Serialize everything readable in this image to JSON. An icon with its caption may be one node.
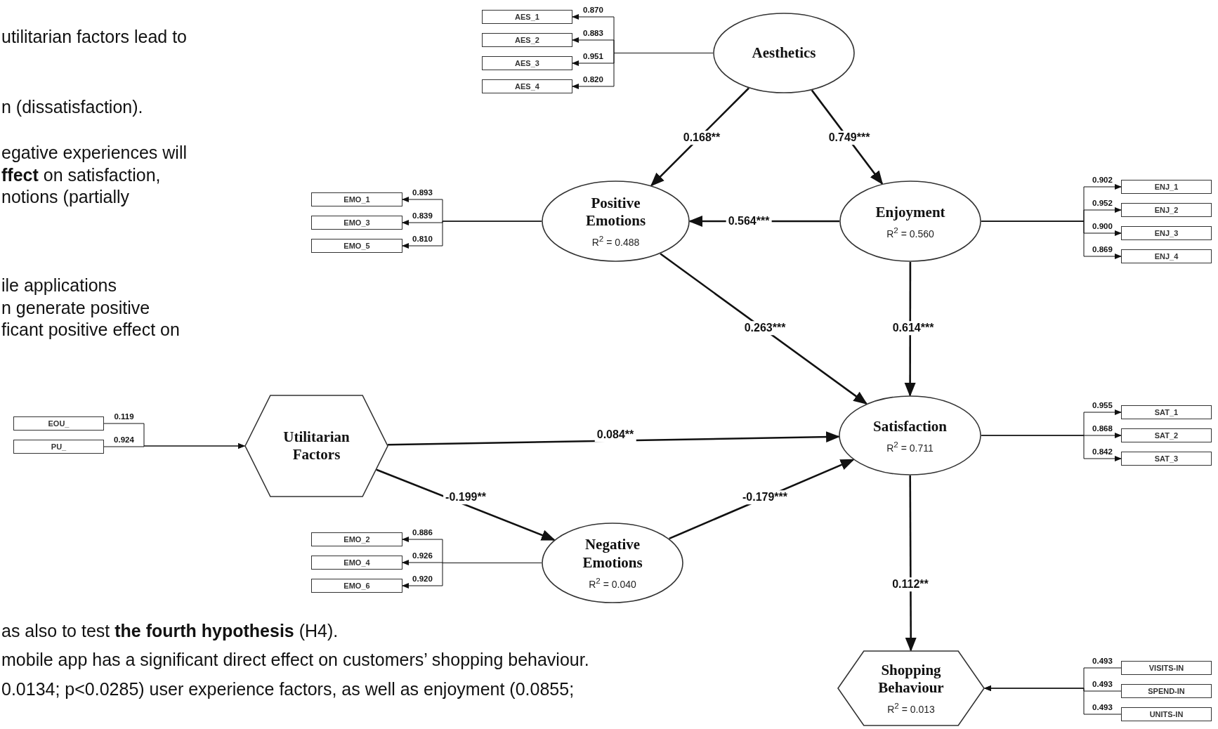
{
  "diagram": {
    "nodes": [
      {
        "text": [
          "Aesthetics"
        ]
      },
      {
        "text": [
          "AES_1"
        ]
      },
      {
        "text": [
          "AES_2"
        ]
      },
      {
        "text": [
          "AES_3"
        ]
      },
      {
        "text": [
          "AES_4"
        ]
      },
      {
        "text": [
          "EMO_1"
        ]
      },
      {
        "text": [
          "EMO_3"
        ]
      },
      {
        "text": [
          "EMO_5"
        ]
      },
      {
        "text": [
          "Positive Emotions",
          "R$^{2}$ = 0.488"
        ]
      },
      {
        "text": [
          "Enjoyment",
          "R$^{2}$ = 0.560"
        ]
      },
      {
        "text": [
          "ENJ_1"
        ]
      },
      {
        "text": [
          "ENJ_2"
        ]
      },
      {
        "text": [
          "ENJ_3"
        ]
      },
      {
        "text": [
          "ENJ_4"
        ]
      },
      {
        "text": [
          "EOU_"
        ]
      },
      {
        "text": [
          "PU_"
        ]
      },
      {
        "text": [
          "Utilitarian Factors"
        ]
      },
      {
        "text": [
          "Satisfaction",
          "R$^{2}$ = 0.711"
        ]
      },
      {
        "text": [
          "SAT_1"
        ]
      },
      {
        "text": [
          "SAT_2"
        ]
      },
      {
        "text": [
          "SAT_3"
        ]
      },
      {
        "text": [
          "EMO_2"
        ]
      },
      {
        "text": [
          "EMO_4"
        ]
      },
      {
        "text": [
          "EMO_6"
        ]
      },
      {
        "text": [
          "Negative Emotions",
          "R$^{2}$ = 0.040"
        ]
      },
      {
        "text": [
          "Shopping Behaviour",
          "R$^{2}$ = 0.013"
        ]
      },
      {
        "text": [
          "VISITS-IN"
        ]
      },
      {
        "text": [
          "SPEND-IN"
        ]
      },
      {
        "text": [
          "UNITS-IN"
        ]
      }
    ],
    "edges": [
      {
        "from": 0,
        "to": 1,
        "arrow": "to",
        "label": "0.870"
      },
      {
        "from": 0,
        "to": 2,
        "arrow": "to",
        "label": "0.883"
      },
      {
        "from": 0,
        "to": 3,
        "arrow": "to",
        "label": "0.951"
      },
      {
        "from": 0,
        "to": 4,
        "arrow": "to",
        "label": "0.820"
      },
      {
        "from": 8,
        "to": 5,
        "arrow": "to",
        "label": "0.893"
      },
      {
        "from": 8,
        "to": 6,
        "arrow": "to",
        "label": "0.839"
      },
      {
        "from": 8,
        "to": 7,
        "arrow": "to",
        "label": "0.810"
      },
      {
        "from": 0,
        "to": 8,
        "arrow": "to",
        "label": "0.168**"
      },
      {
        "from": 0,
        "to": 9,
        "arrow": "to",
        "label": "0.749***"
      },
      {
        "from": 9,
        "to": 8,
        "arrow": "to",
        "label": "0.564***"
      },
      {
        "from": 9,
        "to": 10,
        "arrow": "to",
        "label": "0.902"
      },
      {
        "from": 9,
        "to": 11,
        "arrow": "to",
        "label": "0.952"
      },
      {
        "from": 9,
        "to": 12,
        "arrow": "to",
        "label": "0.900"
      },
      {
        "from": 9,
        "to": 13,
        "arrow": "to",
        "label": "0.869"
      },
      {
        "from": 8,
        "to": 17,
        "arrow": "to",
        "label": "0.263***"
      },
      {
        "from": 9,
        "to": 17,
        "arrow": "to",
        "label": "0.614***"
      },
      {
        "from": 14,
        "to": 16,
        "arrow": "to",
        "label": "0.119"
      },
      {
        "from": 15,
        "to": 16,
        "arrow": "to",
        "label": "0.924"
      },
      {
        "from": 16,
        "to": 17,
        "arrow": "to",
        "label": "0.084**"
      },
      {
        "from": 17,
        "to": 18,
        "arrow": "to",
        "label": "0.955"
      },
      {
        "from": 17,
        "to": 19,
        "arrow": "to",
        "label": "0.868"
      },
      {
        "from": 17,
        "to": 20,
        "arrow": "to",
        "label": "0.842"
      },
      {
        "from": 16,
        "to": 24,
        "arrow": "to",
        "label": "-0.199**"
      },
      {
        "from": 24,
        "to": 17,
        "arrow": "to",
        "label": "-0.179***"
      },
      {
        "from": 24,
        "to": 21,
        "arrow": "to",
        "label": "0.886"
      },
      {
        "from": 24,
        "to": 22,
        "arrow": "to",
        "label": "0.926"
      },
      {
        "from": 24,
        "to": 23,
        "arrow": "to",
        "label": "0.920"
      },
      {
        "from": 17,
        "to": 25,
        "arrow": "to",
        "label": "0.112**"
      },
      {
        "from": 26,
        "to": 25,
        "arrow": "to",
        "label": "0.493"
      },
      {
        "from": 27,
        "to": 25,
        "arrow": "to",
        "label": "0.493"
      },
      {
        "from": 28,
        "to": 25,
        "arrow": "to",
        "label": "0.493"
      }
    ],
    "labels": [
      "utilitarian factors lead to",
      "n (dissatisfaction).",
      "egative experiences will",
      "**ffect** on satisfaction,",
      "notions (partially",
      "ile applications",
      "n generate positive",
      "ficant positive effect on",
      "as also to test **the fourth hypothesis** (H4).",
      "mobile app has a significant direct effect on customers’ shopping behaviour.",
      "0.0134; p<0.0285) user experience factors, as well as enjoyment (0.0855;"
    ]
  }
}
